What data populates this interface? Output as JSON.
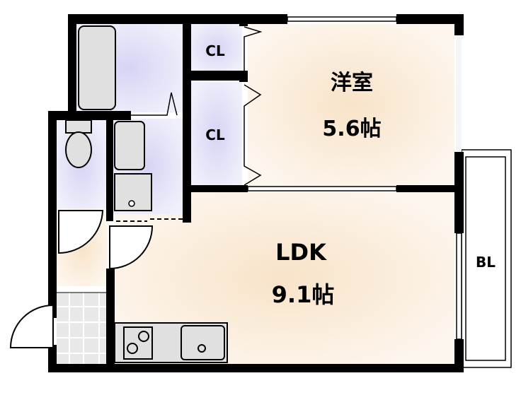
{
  "floor_plan": {
    "rooms": {
      "bedroom": {
        "name": "洋室",
        "size": "5.6帖"
      },
      "ldk": {
        "name": "LDK",
        "size": "9.1帖"
      },
      "closet_upper": {
        "name": "CL"
      },
      "closet_lower": {
        "name": "CL"
      },
      "balcony": {
        "name": "BL"
      }
    },
    "colors": {
      "wet_area": "#d8d8f4",
      "living_area": "#f8e6cf",
      "wall": "#000000",
      "fixture": "#e0e0e0"
    }
  }
}
